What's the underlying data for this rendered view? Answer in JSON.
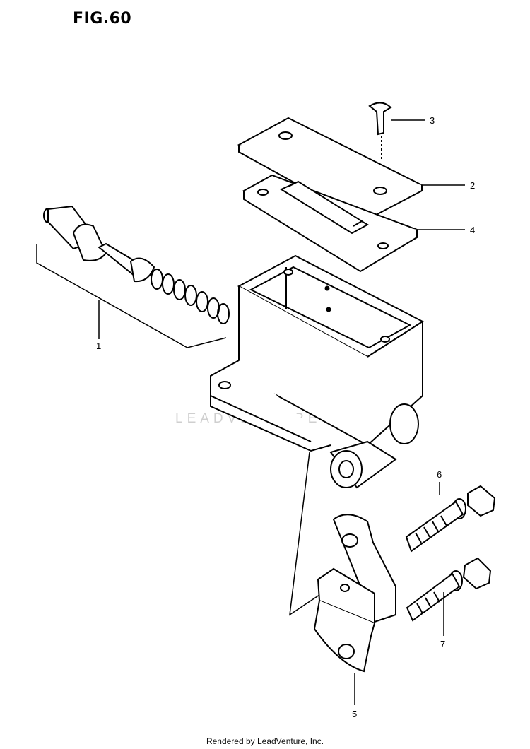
{
  "figure": {
    "title": "FIG.60"
  },
  "callouts": [
    {
      "number": "1",
      "part": "piston-spring"
    },
    {
      "number": "2",
      "part": "reservoir-cap"
    },
    {
      "number": "3",
      "part": "cap-screw"
    },
    {
      "number": "4",
      "part": "diaphragm"
    },
    {
      "number": "5",
      "part": "clamp-holder"
    },
    {
      "number": "6",
      "part": "clamp-bolt-upper"
    },
    {
      "number": "7",
      "part": "clamp-bolt-lower"
    }
  ],
  "watermark": {
    "text": "LEADVENTURE"
  },
  "footer": {
    "credit": "Rendered by LeadVenture, Inc."
  }
}
